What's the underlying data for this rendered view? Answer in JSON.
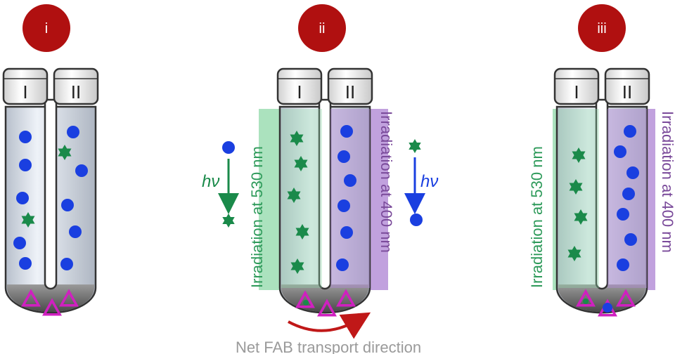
{
  "panels": [
    {
      "badge": "i",
      "tube_labels": [
        "I",
        "II"
      ]
    },
    {
      "badge": "ii",
      "tube_labels": [
        "I",
        "II"
      ],
      "irradiation_left": "Irradiation at 530 nm",
      "irradiation_right": "Irradiation at 400 nm",
      "hv_left": "hν",
      "hv_right": "hν"
    },
    {
      "badge": "iii",
      "tube_labels": [
        "I",
        "II"
      ],
      "irradiation_left": "Irradiation at 530 nm",
      "irradiation_right": "Irradiation at 400 nm"
    }
  ],
  "bottom_label": "Net FAB transport direction",
  "colors": {
    "badge": "#b01010",
    "blue_molecule": "#1a3fe0",
    "green_molecule": "#1a8a4a",
    "magenta_triangle": "#d020c0",
    "green_light": "#8fd8a8",
    "purple_light": "#b28ad6",
    "arrow_red": "#c01818",
    "tube_liquid": "#c8d0dc",
    "tube_bottom_phase": "#707070"
  },
  "icons": [
    "circle-molecule-icon",
    "star-molecule-icon",
    "triangle-carrier-icon",
    "curved-arrow-icon"
  ]
}
